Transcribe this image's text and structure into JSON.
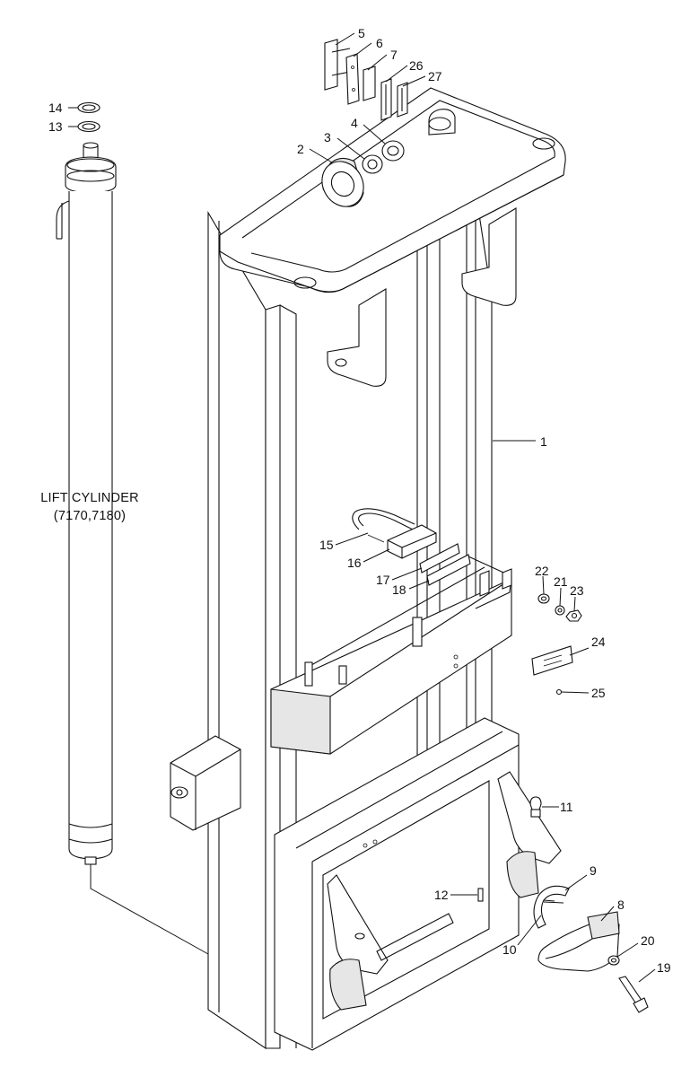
{
  "diagram": {
    "assembly_label_line1": "LIFT CYLINDER",
    "assembly_label_line2": "(7170,7180)",
    "part_numbers": {
      "p1": "1",
      "p2": "2",
      "p3": "3",
      "p4": "4",
      "p5": "5",
      "p6": "6",
      "p7": "7",
      "p8": "8",
      "p9": "9",
      "p10": "10",
      "p11": "11",
      "p12": "12",
      "p13": "13",
      "p14": "14",
      "p15": "15",
      "p16": "16",
      "p17": "17",
      "p18": "18",
      "p19": "19",
      "p20": "20",
      "p21": "21",
      "p22": "22",
      "p23": "23",
      "p24": "24",
      "p25": "25",
      "p26": "26",
      "p27": "27"
    }
  }
}
